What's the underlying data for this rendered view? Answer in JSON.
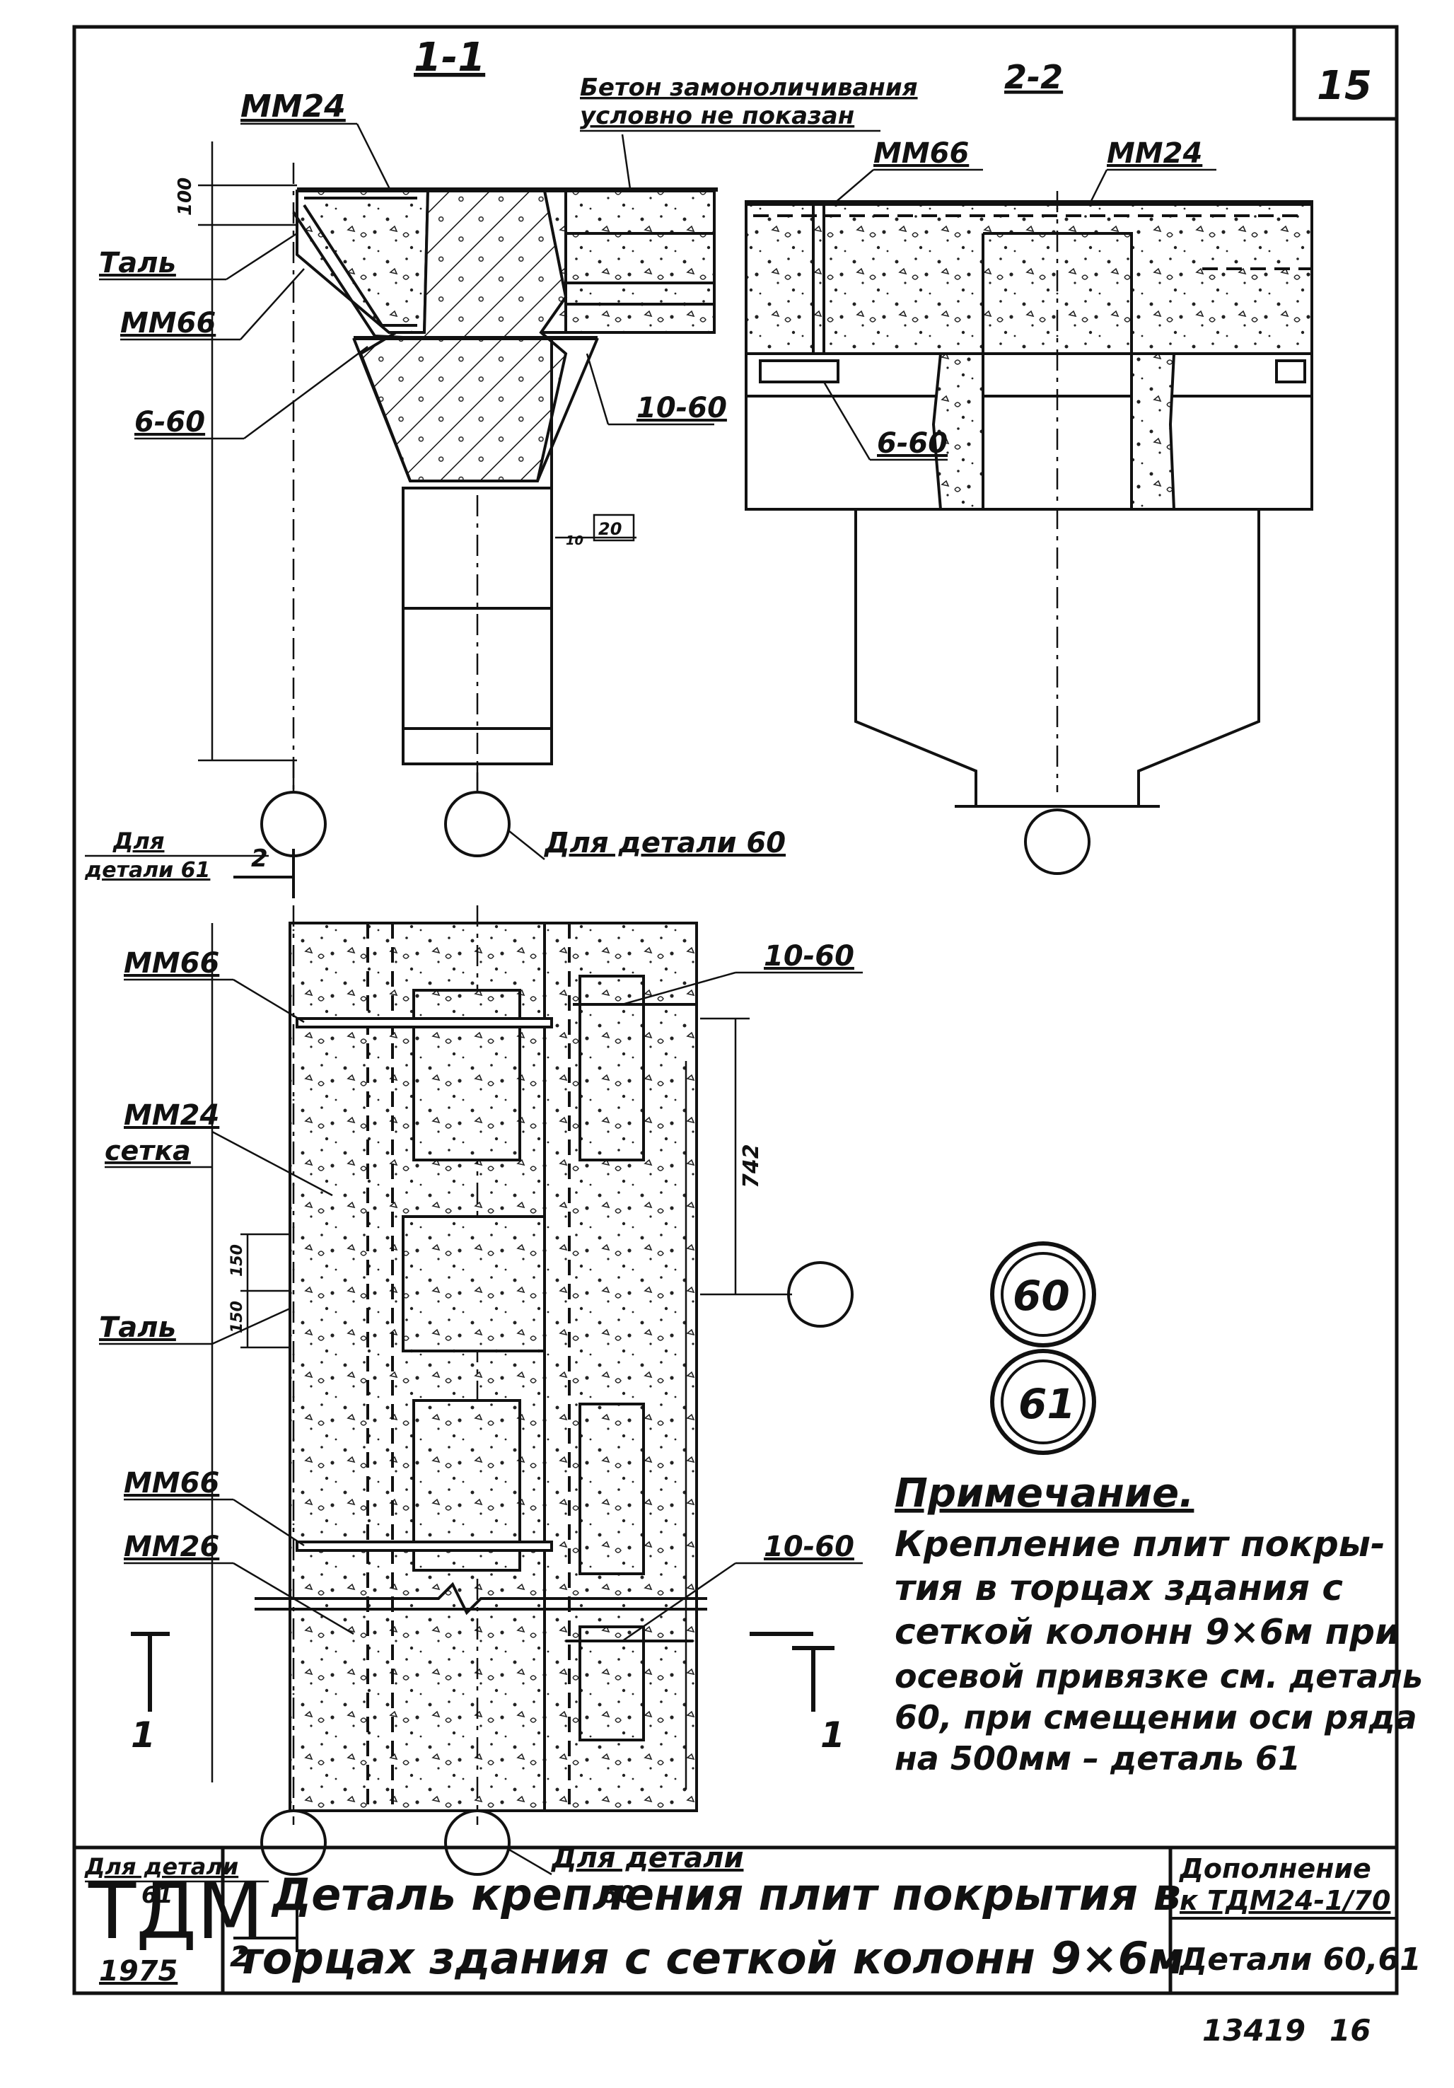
{
  "sheet": {
    "number": "15",
    "footer_number": "13419",
    "footer_page": "16"
  },
  "section_1": {
    "title": "1-1",
    "label_mm24": "ММ24",
    "label_tal": "Таль",
    "label_mm66": "ММ66",
    "label_6_60": "6-60",
    "label_10_60": "10-60",
    "note_concrete_line1": "Бетон замоноличивания",
    "note_concrete_line2": "условно не показан",
    "dim_100": "100",
    "dim_20": "20",
    "dim_10": "10",
    "axis_label_left_line1": "Для",
    "axis_label_left_line2": "детали 61",
    "axis_label_right": "Для детали 60",
    "section_mark_2": "2"
  },
  "section_2": {
    "title": "2-2",
    "label_mm66": "ММ66",
    "label_mm24": "ММ24",
    "label_6_60": "6-60"
  },
  "plan": {
    "label_mm66_top": "ММ66",
    "label_mm24": "ММ24",
    "label_setka": "сетка",
    "label_tal": "Таль",
    "label_mm66_bottom": "ММ66",
    "label_mm26": "ММ26",
    "label_10_60_top": "10-60",
    "label_10_60_bottom": "10-60",
    "dim_742": "742",
    "dim_150_a": "150",
    "dim_150_b": "150",
    "section_mark_1_left": "1",
    "section_mark_1_right": "1",
    "section_mark_2": "2",
    "axis_label_left_line1": "Для детали",
    "axis_label_left_line2": "61",
    "axis_label_right_line1": "Для детали",
    "axis_label_right_line2": "60"
  },
  "details": {
    "circle_60": "60",
    "circle_61": "61"
  },
  "note": {
    "heading": "Примечание.",
    "lines": [
      "Крепление плит покры-",
      "тия в торцах здания с",
      "сеткой колонн 9×6м при",
      "осевой привязке см. деталь",
      "60, при смещении оси ряда",
      "на 500мм – деталь 61"
    ]
  },
  "title_block": {
    "logo": "ТДМ",
    "year": "1975",
    "title_line1": "Деталь крепления плит покрытия в",
    "title_line2": "торцах здания с сеткой колонн 9×6м",
    "supplement_line1": "Дополнение",
    "supplement_line2": "к ТДМ24-1/70",
    "details_ref": "Детали 60,61"
  }
}
